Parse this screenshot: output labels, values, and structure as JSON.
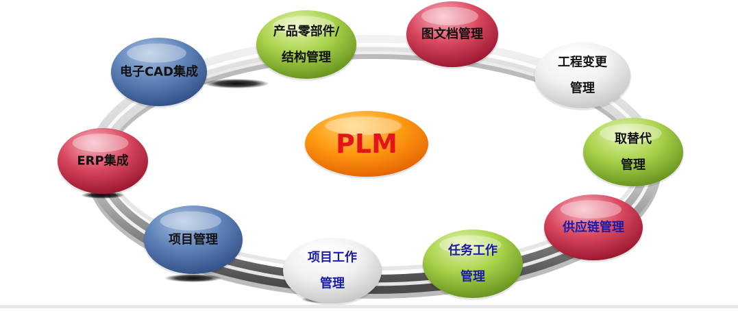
{
  "diagram": {
    "center": {
      "id": "plm",
      "lines": [
        "PLM"
      ],
      "color": "orange",
      "text_color": "#e3141c"
    },
    "nodes": [
      {
        "id": "ecad-integration",
        "lines": [
          "电子CAD集成"
        ],
        "color": "blue",
        "text_color": "#111111"
      },
      {
        "id": "product-parts-structure",
        "lines": [
          "产品零部件/",
          "结构管理"
        ],
        "color": "green",
        "text_color": "#111111"
      },
      {
        "id": "document-management",
        "lines": [
          "图文档管理"
        ],
        "color": "red",
        "text_color": "#111111"
      },
      {
        "id": "engineering-change",
        "lines": [
          "工程变更",
          "管理"
        ],
        "color": "white",
        "text_color": "#111111"
      },
      {
        "id": "substitute-management",
        "lines": [
          "取替代",
          "管理"
        ],
        "color": "green",
        "text_color": "#111111"
      },
      {
        "id": "supply-chain-management",
        "lines": [
          "供应链管理"
        ],
        "color": "red",
        "text_color": "#1a1aa8"
      },
      {
        "id": "task-workflow",
        "lines": [
          "任务工作",
          "管理"
        ],
        "color": "green",
        "text_color": "#1a1aa8"
      },
      {
        "id": "project-workflow",
        "lines": [
          "项目工作",
          "管理"
        ],
        "color": "white",
        "text_color": "#1a1aa8"
      },
      {
        "id": "project-management",
        "lines": [
          "项目管理"
        ],
        "color": "blue",
        "text_color": "#111111"
      },
      {
        "id": "erp-integration",
        "lines": [
          "ERP集成"
        ],
        "color": "red",
        "text_color": "#111111"
      }
    ],
    "palette": {
      "blue": [
        "#a9c1e0",
        "#5f83b9",
        "#2f4d82"
      ],
      "green": [
        "#e6f5b3",
        "#a8d24a",
        "#628e1b"
      ],
      "red": [
        "#f7b6c2",
        "#d9485f",
        "#94132c"
      ],
      "white": [
        "#ffffff",
        "#f1f1f1",
        "#c4c4c4"
      ],
      "orange": [
        "#ffd36e",
        "#ff9a12",
        "#e35f00"
      ]
    }
  }
}
